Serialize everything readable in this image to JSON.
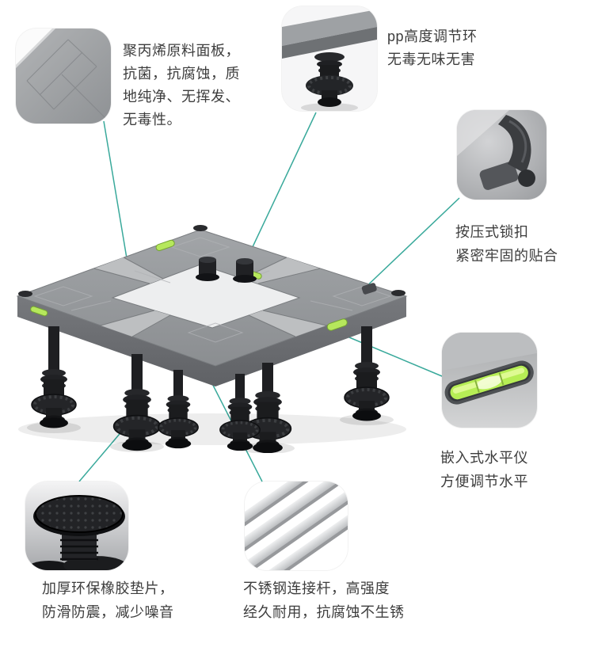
{
  "page": {
    "background": "#ffffff",
    "accent_color": "#2fa596",
    "text_color": "#3d3d3d",
    "product_gray": "#97999c"
  },
  "callouts": {
    "panel": {
      "thumb_icon": "panel-corner-photo",
      "lines": [
        "聚丙烯原料面板，",
        "抗菌，抗腐蚀，质",
        "地纯净、无挥发、",
        "无毒性。"
      ]
    },
    "ring": {
      "thumb_icon": "height-adjust-ring-photo",
      "lines": [
        "pp高度调节环",
        "无毒无味无害"
      ]
    },
    "lock": {
      "thumb_icon": "press-lock-photo",
      "lines": [
        "按压式锁扣",
        "紧密牢固的贴合"
      ]
    },
    "level": {
      "thumb_icon": "spirit-level-photo",
      "lines": [
        "嵌入式水平仪",
        "方便调节水平"
      ]
    },
    "pad": {
      "thumb_icon": "rubber-pad-photo",
      "lines": [
        "加厚环保橡胶垫片，",
        "防滑防震，减少噪音"
      ]
    },
    "rod": {
      "thumb_icon": "steel-rod-photo",
      "lines": [
        "不锈钢连接杆，高强度",
        "经久耐用，抗腐蚀不生锈"
      ]
    }
  }
}
